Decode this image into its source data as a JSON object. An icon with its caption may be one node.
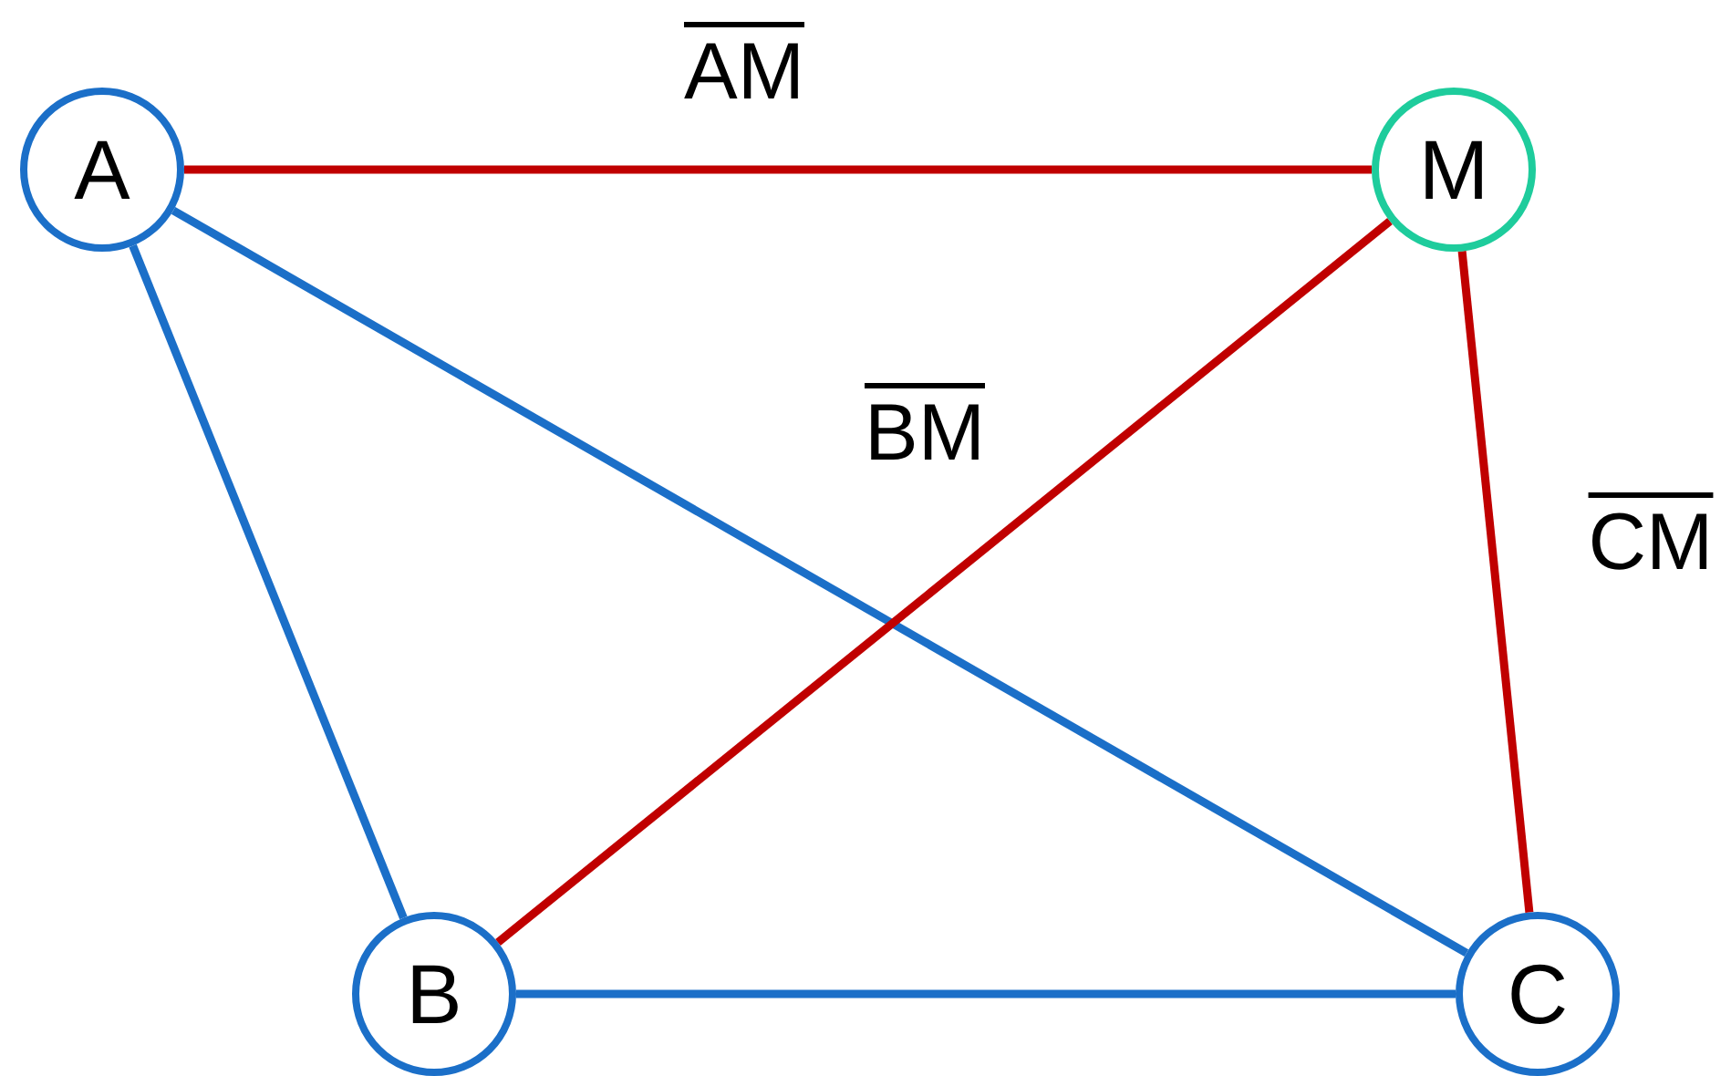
{
  "diagram": {
    "nodes": [
      {
        "text": [
          "A"
        ]
      },
      {
        "text": [
          "M"
        ]
      },
      {
        "text": [
          "B"
        ]
      },
      {
        "text": [
          "C"
        ]
      }
    ],
    "edges": [
      {
        "from": 0,
        "to": 1,
        "arrow": "none",
        "label": "AM",
        "color": "#c00000"
      },
      {
        "from": 0,
        "to": 2,
        "arrow": "none",
        "color": "#1b6fc8"
      },
      {
        "from": 0,
        "to": 3,
        "arrow": "none",
        "color": "#1b6fc8"
      },
      {
        "from": 2,
        "to": 1,
        "arrow": "none",
        "label": "BM",
        "color": "#c00000"
      },
      {
        "from": 3,
        "to": 1,
        "arrow": "none",
        "label": "CM",
        "color": "#c00000"
      },
      {
        "from": 2,
        "to": 3,
        "arrow": "none",
        "color": "#1b6fc8"
      }
    ]
  }
}
